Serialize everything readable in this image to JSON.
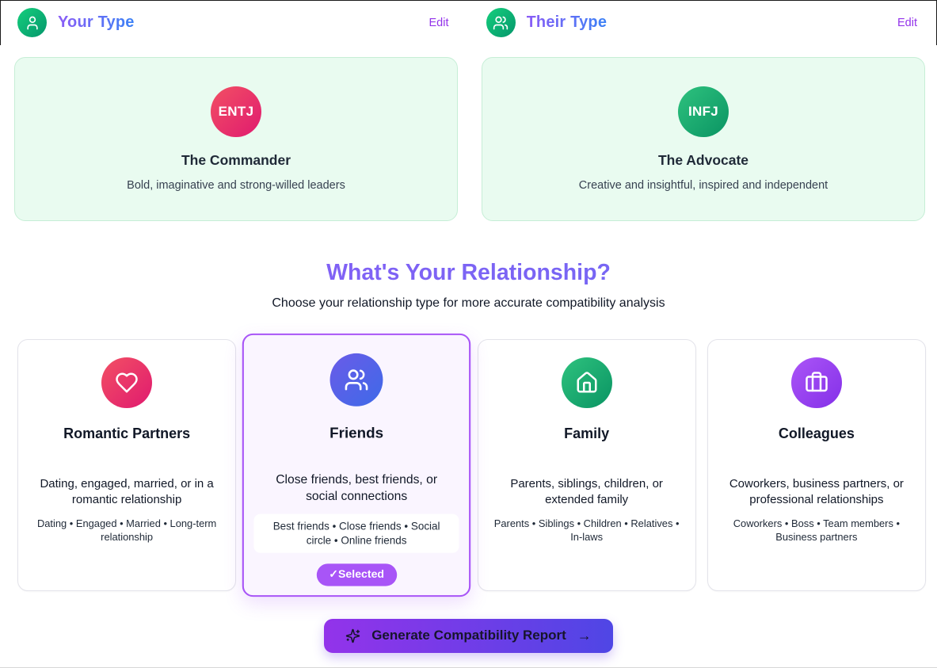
{
  "colors": {
    "accent_purple": "#a855f7",
    "edit_link_purple": "#9333ea",
    "header_title_gradient": [
      "#8b5cf6",
      "#3b82f6"
    ],
    "heading_gradient": [
      "#8b5cf6",
      "#6d6bf3"
    ],
    "mint_card_bg": "#e9fbf0",
    "mint_card_border": "#c6eed6",
    "avatar_green_gradient": [
      "#15cf7d",
      "#05966b"
    ],
    "entj_rose_gradient": [
      "#f25064",
      "#e01a6f"
    ],
    "infj_green_gradient": [
      "#2ec27e",
      "#0a9463"
    ],
    "friends_indigo_gradient": [
      "#6a5be8",
      "#3e6ae8"
    ],
    "family_green_gradient": [
      "#2ec27e",
      "#0a9463"
    ],
    "colleagues_violet_gradient": [
      "#ab55f7",
      "#8430e8"
    ],
    "cta_gradient": [
      "#9333ea",
      "#4f46e5"
    ]
  },
  "header": {
    "your_type": {
      "title": "Your Type",
      "edit_label": "Edit"
    },
    "their_type": {
      "title": "Their Type",
      "edit_label": "Edit"
    }
  },
  "types": {
    "yours": {
      "code": "ENTJ",
      "name": "The Commander",
      "description": "Bold, imaginative and strong-willed leaders"
    },
    "theirs": {
      "code": "INFJ",
      "name": "The Advocate",
      "description": "Creative and insightful, inspired and independent"
    }
  },
  "relationship": {
    "heading": "What's Your Relationship?",
    "subheading": "Choose your relationship type for more accurate compatibility analysis",
    "options": [
      {
        "title": "Romantic Partners",
        "icon": "heart-icon",
        "description": "Dating, engaged, married, or in a romantic relationship",
        "tags": "Dating • Engaged • Married • Long-term relationship",
        "selected": false
      },
      {
        "title": "Friends",
        "icon": "users-icon",
        "description": "Close friends, best friends, or social connections",
        "tags": "Best friends • Close friends • Social circle • Online friends",
        "selected": true,
        "selected_label": "✓Selected"
      },
      {
        "title": "Family",
        "icon": "home-icon",
        "description": "Parents, siblings, children, or extended family",
        "tags": "Parents • Siblings • Children • Relatives • In-laws",
        "selected": false
      },
      {
        "title": "Colleagues",
        "icon": "briefcase-icon",
        "description": "Coworkers, business partners, or professional relationships",
        "tags": "Coworkers • Boss • Team members • Business partners",
        "selected": false
      }
    ]
  },
  "cta": {
    "label": "Generate Compatibility Report",
    "arrow": "→"
  }
}
